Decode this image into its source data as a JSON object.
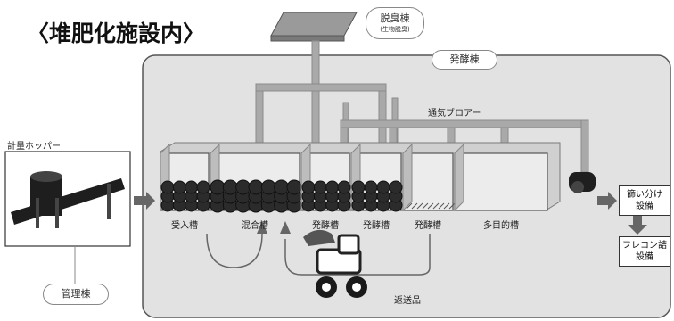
{
  "title": "〈堆肥化施設内〉",
  "deodorizer": {
    "label": "脱臭棟",
    "sub": "(生物脱臭)"
  },
  "building_label": "発酵棟",
  "blower_label": "通気ブロアー",
  "hopper_label": "計量ホッパー",
  "office_label": "管理棟",
  "tanks": [
    {
      "label": "受入槽"
    },
    {
      "label": "混合槽"
    },
    {
      "label": "発酵槽"
    },
    {
      "label": "発酵槽"
    },
    {
      "label": "発酵槽"
    },
    {
      "label": "多目的槽"
    }
  ],
  "return_label": "返送品",
  "sieving": {
    "line1": "篩い分け",
    "line2": "設備"
  },
  "flecon": {
    "line1": "フレコン詰",
    "line2": "設備"
  },
  "colors": {
    "building_fill": "#e2e2e2",
    "pipe": "#a9a9a9",
    "compost": "#2b2b2b",
    "arrow": "#666666"
  }
}
